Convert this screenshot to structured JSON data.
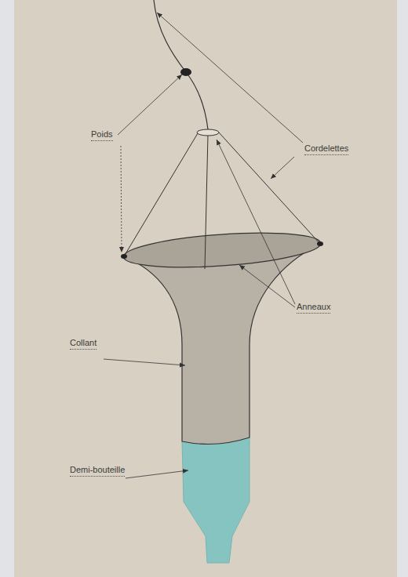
{
  "diagram": {
    "labels": [
      "Poids",
      "Cordelettes",
      "Anneaux",
      "Collant",
      "Demi-bouteille"
    ]
  }
}
